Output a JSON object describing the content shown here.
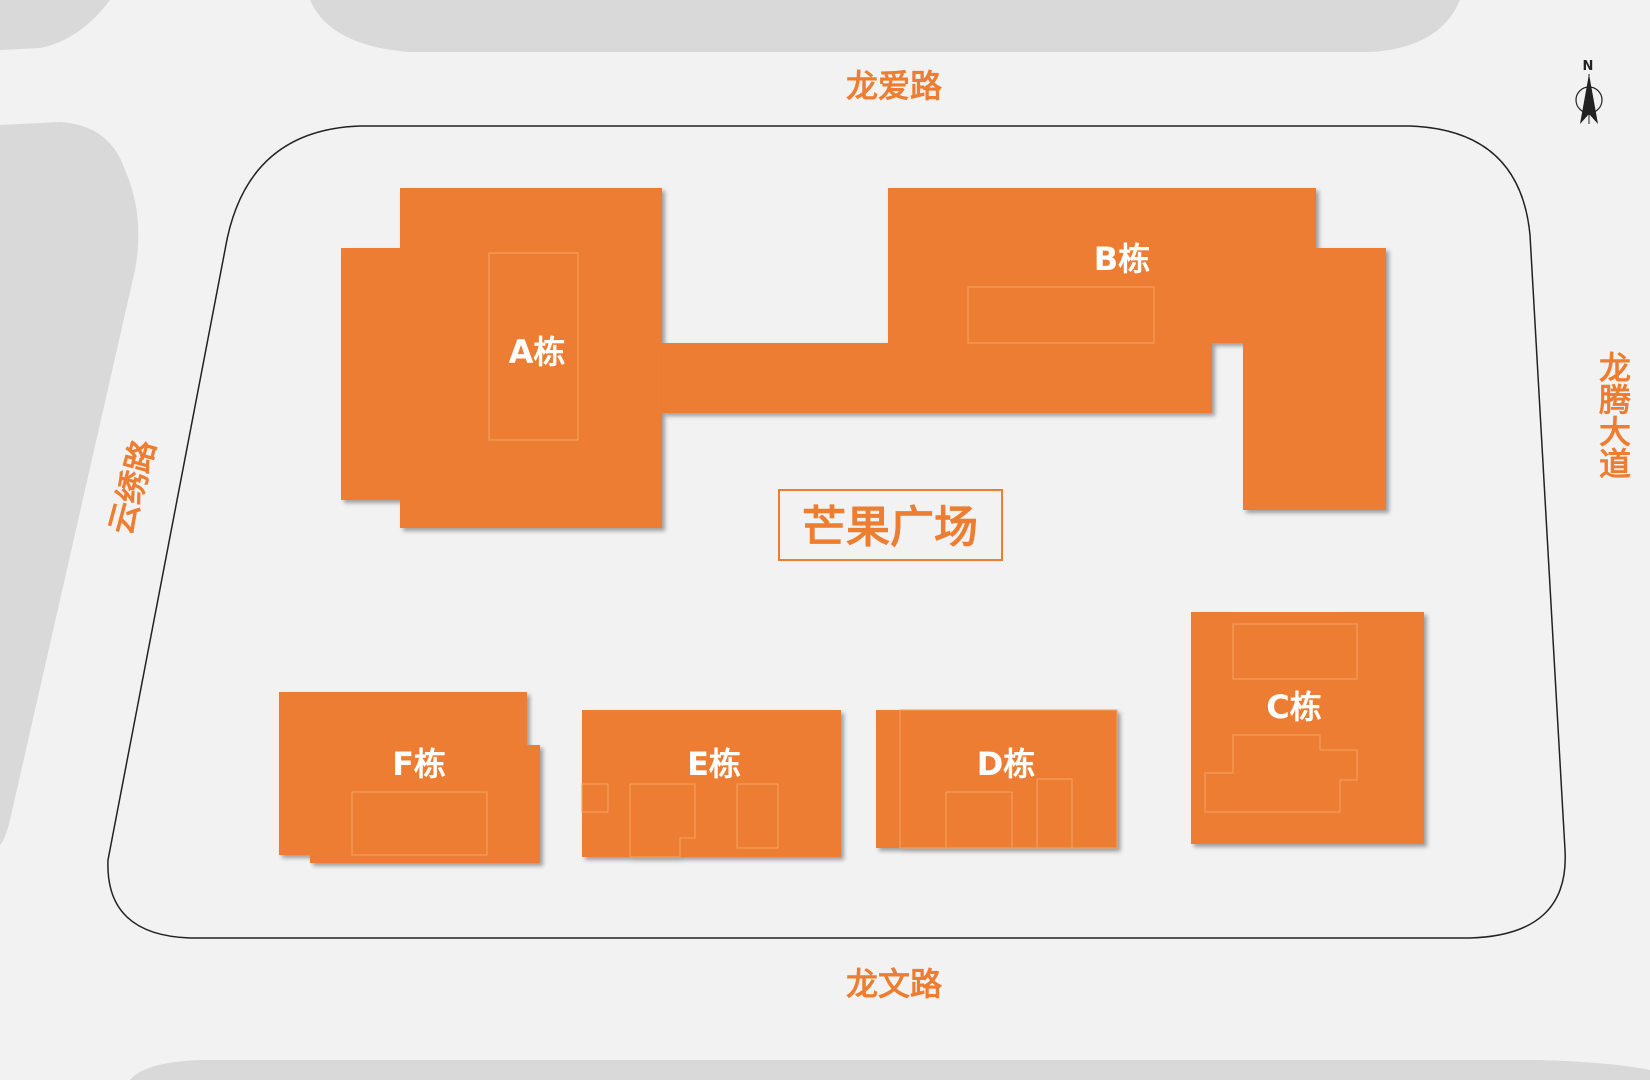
{
  "colors": {
    "background": "#f2f2f2",
    "surrounding_block": "#d9d9d9",
    "building_fill": "#ed7d31",
    "building_outline": "#f4a261",
    "label_white": "#ffffff",
    "road_label": "#ed7d31",
    "boundary_line": "#222222",
    "compass": "#222222"
  },
  "roads": {
    "north": "龙爱路",
    "south": "龙文路",
    "west": "云绣路",
    "east": "龙腾大道"
  },
  "plaza": {
    "label": "芒果广场"
  },
  "buildings": {
    "a": "A栋",
    "b": "B栋",
    "c": "C栋",
    "d": "D栋",
    "e": "E栋",
    "f": "F栋"
  },
  "compass": {
    "north_letter": "N",
    "icon": "north-arrow-icon"
  }
}
